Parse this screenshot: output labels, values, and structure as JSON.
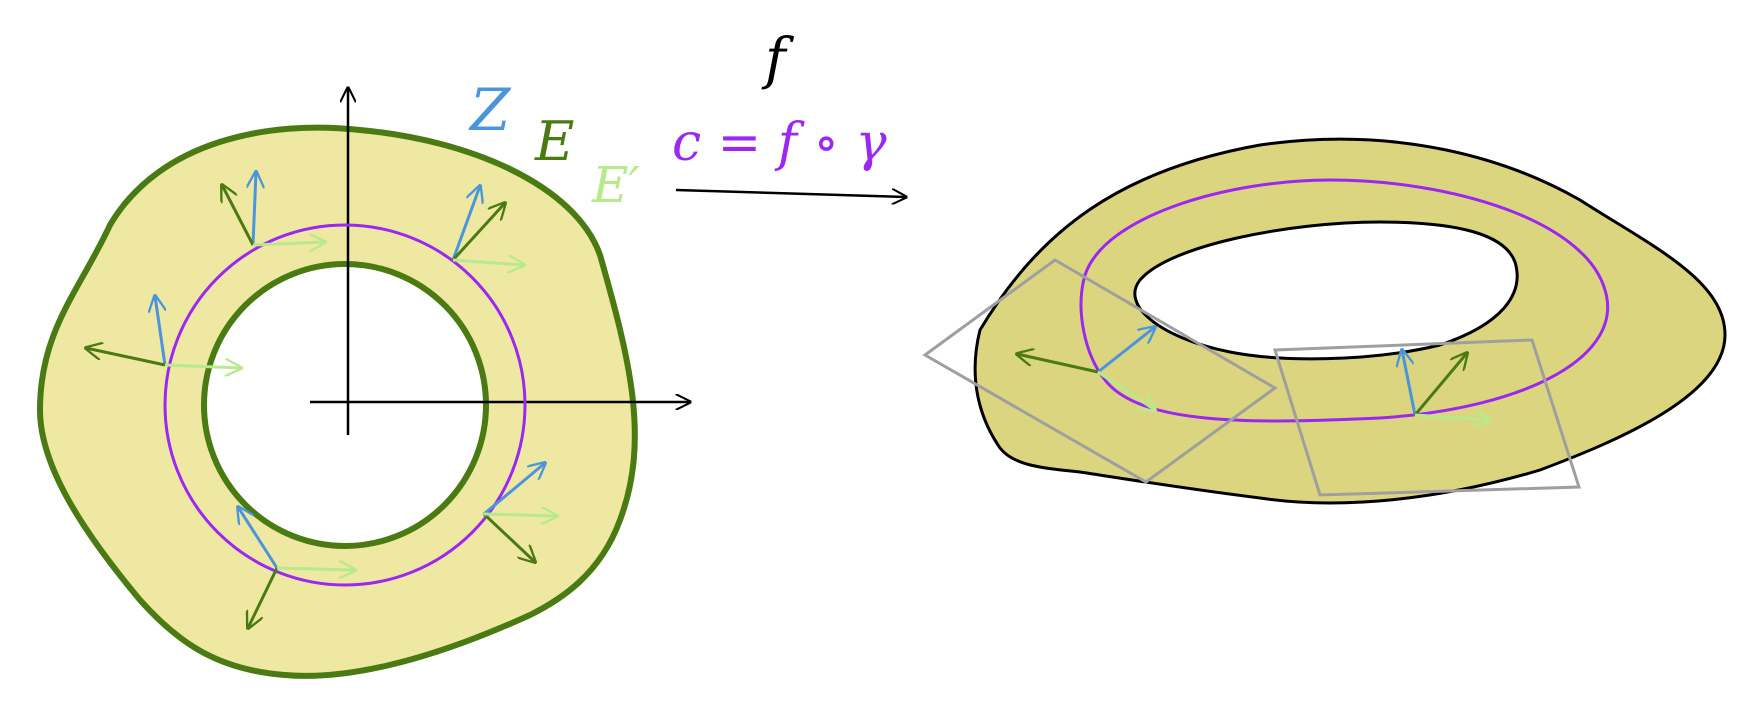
{
  "labels": {
    "z": "Z",
    "e": "E",
    "e_prime": "E′",
    "f": "f",
    "c_eq": "c = f ∘ γ"
  },
  "colors": {
    "domain_fill": "#efe8a3",
    "domain_stroke": "#4a7a12",
    "torus_fill": "#dcd57f",
    "curve": "#9b27f0",
    "z_vector": "#4b95dc",
    "e_vector": "#4a7a12",
    "e_prime_vector": "#b7ea8c",
    "tangent_plane": "#9f9f9f",
    "axes": "#000000"
  }
}
